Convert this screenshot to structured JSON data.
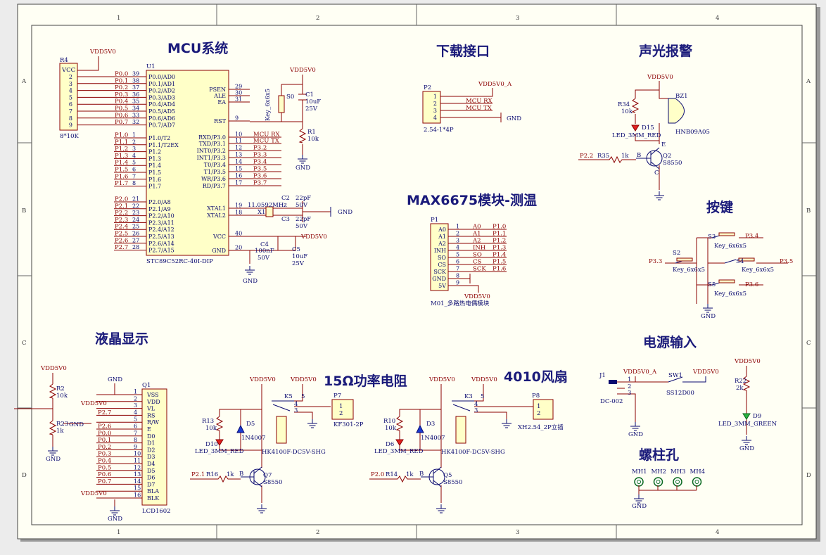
{
  "frame": {
    "columns": [
      "1",
      "2",
      "3",
      "4"
    ],
    "rows": [
      "A",
      "B",
      "C",
      "D"
    ]
  },
  "titles": {
    "mcu": "MCU系统",
    "download": "下载接口",
    "alarm": "声光报警",
    "max6675": "MAX6675模块-测温",
    "keys": "按键",
    "lcd": "液晶显示",
    "resistor": "15Ω功率电阻",
    "fan": "4010风扇",
    "power": "电源输入",
    "holes": "螺柱孔"
  },
  "power_labels": {
    "vdd": "VDD5V0",
    "vdd_a": "VDD5V0_A",
    "gnd": "GND"
  },
  "mcu": {
    "ref": "U1",
    "name": "STC89C52RC-40I-DIP",
    "left_pins": [
      {
        "num": "39",
        "name": "P0.0/AD0",
        "net": "P0.0"
      },
      {
        "num": "38",
        "name": "P0.1/AD1",
        "net": "P0.1"
      },
      {
        "num": "37",
        "name": "P0.2/AD2",
        "net": "P0.2"
      },
      {
        "num": "36",
        "name": "P0.3/AD3",
        "net": "P0.3"
      },
      {
        "num": "35",
        "name": "P0.4/AD4",
        "net": "P0.4"
      },
      {
        "num": "34",
        "name": "P0.5/AD5",
        "net": "P0.5"
      },
      {
        "num": "33",
        "name": "P0.6/AD6",
        "net": "P0.6"
      },
      {
        "num": "32",
        "name": "P0.7/AD7",
        "net": "P0.7"
      },
      {
        "num": "1",
        "name": "P1.0/T2",
        "net": "P1.0"
      },
      {
        "num": "2",
        "name": "P1.1/T2EX",
        "net": "P1.1"
      },
      {
        "num": "3",
        "name": "P1.2",
        "net": "P1.2"
      },
      {
        "num": "4",
        "name": "P1.3",
        "net": "P1.3"
      },
      {
        "num": "5",
        "name": "P1.4",
        "net": "P1.4"
      },
      {
        "num": "6",
        "name": "P1.5",
        "net": "P1.5"
      },
      {
        "num": "7",
        "name": "P1.6",
        "net": "P1.6"
      },
      {
        "num": "8",
        "name": "P1.7",
        "net": "P1.7"
      },
      {
        "num": "21",
        "name": "P2.0/A8",
        "net": "P2.0"
      },
      {
        "num": "22",
        "name": "P2.1/A9",
        "net": "P2.1"
      },
      {
        "num": "23",
        "name": "P2.2/A10",
        "net": "P2.2"
      },
      {
        "num": "24",
        "name": "P2.3/A11",
        "net": "P2.3"
      },
      {
        "num": "25",
        "name": "P2.4/A12",
        "net": "P2.4"
      },
      {
        "num": "26",
        "name": "P2.5/A13",
        "net": "P2.5"
      },
      {
        "num": "27",
        "name": "P2.6/A14",
        "net": "P2.6"
      },
      {
        "num": "28",
        "name": "P2.7/A15",
        "net": "P2.7"
      }
    ],
    "right_pins": [
      {
        "num": "29",
        "name": "PSEN",
        "net": ""
      },
      {
        "num": "30",
        "name": "ALE",
        "net": ""
      },
      {
        "num": "31",
        "name": "EA",
        "net": ""
      },
      {
        "num": "9",
        "name": "RST",
        "net": ""
      },
      {
        "num": "10",
        "name": "RXD/P3.0",
        "net": "MCU RX"
      },
      {
        "num": "11",
        "name": "TXD/P3.1",
        "net": "MCU TX"
      },
      {
        "num": "12",
        "name": "INT0/P3.2",
        "net": "P3.2"
      },
      {
        "num": "13",
        "name": "INT1/P3.3",
        "net": "P3.3"
      },
      {
        "num": "14",
        "name": "T0/P3.4",
        "net": "P3.4"
      },
      {
        "num": "15",
        "name": "T1/P3.5",
        "net": "P3.5"
      },
      {
        "num": "16",
        "name": "WR/P3.6",
        "net": "P3.6"
      },
      {
        "num": "17",
        "name": "RD/P3.7",
        "net": "P3.7"
      },
      {
        "num": "19",
        "name": "XTAL1",
        "net": ""
      },
      {
        "num": "18",
        "name": "XTAL2",
        "net": ""
      },
      {
        "num": "40",
        "name": "VCC",
        "net": ""
      },
      {
        "num": "20",
        "name": "GND",
        "net": ""
      }
    ],
    "r4": {
      "ref": "R4",
      "value": "8*10K",
      "vcc": "VCC",
      "pins": [
        "2",
        "3",
        "4",
        "5",
        "6",
        "7",
        "8",
        "9"
      ]
    },
    "s0": {
      "ref": "S0",
      "value": "Key_6x6x5"
    },
    "c1": {
      "ref": "C1",
      "value": "10uF",
      "volt": "25V"
    },
    "r1": {
      "ref": "R1",
      "value": "10k"
    },
    "c2": {
      "ref": "C2",
      "value": "22pF",
      "volt": "50V"
    },
    "c3": {
      "ref": "C3",
      "value": "22pF",
      "volt": "50V"
    },
    "x1": {
      "ref": "X1",
      "value": "11.0592MHz"
    },
    "c4": {
      "ref": "C4",
      "value": "100nF",
      "volt": "50V"
    },
    "c5": {
      "ref": "C5",
      "value": "10uF",
      "volt": "25V"
    }
  },
  "download": {
    "ref": "P2",
    "name": "2.54-1*4P",
    "pins": [
      "1",
      "2",
      "3",
      "4"
    ],
    "nets": [
      "VDD5V0_A",
      "MCU RX",
      "MCU TX",
      "GND"
    ]
  },
  "alarm": {
    "r34": {
      "ref": "R34",
      "value": "10k"
    },
    "d15": {
      "ref": "D15",
      "value": "LED_3MM_RED"
    },
    "bz1": {
      "ref": "BZ1",
      "value": "HNB09A05"
    },
    "q2": {
      "ref": "Q2",
      "value": "S8550"
    },
    "r35": {
      "ref": "R35",
      "value": "1k",
      "net": "P2.2"
    }
  },
  "max6675": {
    "ref": "P1",
    "name": "M01_多路热电偶模块",
    "pins": [
      {
        "num": "1",
        "name": "A0",
        "net": "A0",
        "port": "P1.0"
      },
      {
        "num": "2",
        "name": "A1",
        "net": "A1",
        "port": "P1.1"
      },
      {
        "num": "3",
        "name": "A2",
        "net": "A2",
        "port": "P1.2"
      },
      {
        "num": "4",
        "name": "INH",
        "net": "INH",
        "port": "P1.3"
      },
      {
        "num": "5",
        "name": "SO",
        "net": "SO",
        "port": "P1.4"
      },
      {
        "num": "6",
        "name": "CS",
        "net": "CS",
        "port": "P1.5"
      },
      {
        "num": "7",
        "name": "SCK",
        "net": "SCK",
        "port": "P1.6"
      },
      {
        "num": "8",
        "name": "GND",
        "net": "",
        "port": ""
      },
      {
        "num": "9",
        "name": "5V",
        "net": "",
        "port": ""
      }
    ]
  },
  "keys": [
    {
      "ref": "S3",
      "value": "Key_6x6x5",
      "net": "P3.4"
    },
    {
      "ref": "S2",
      "value": "Key_6x6x5",
      "net": "P3.3"
    },
    {
      "ref": "S4",
      "value": "Key_6x6x5",
      "net": "P3.5"
    },
    {
      "ref": "S5",
      "value": "Key_6x6x5",
      "net": "P3.6"
    }
  ],
  "lcd": {
    "ref": "Q1",
    "name": "LCD1602",
    "r2": {
      "ref": "R2",
      "value": "10k"
    },
    "r23": {
      "ref": "R23",
      "value": "1k"
    },
    "pins": [
      {
        "num": "1",
        "name": "VSS",
        "net": ""
      },
      {
        "num": "2",
        "name": "VDD",
        "net": ""
      },
      {
        "num": "3",
        "name": "VL",
        "net": ""
      },
      {
        "num": "4",
        "name": "RS",
        "net": "P2.7"
      },
      {
        "num": "5",
        "name": "R/W",
        "net": ""
      },
      {
        "num": "6",
        "name": "E",
        "net": "P2.6"
      },
      {
        "num": "7",
        "name": "D0",
        "net": "P0.0"
      },
      {
        "num": "8",
        "name": "D1",
        "net": "P0.1"
      },
      {
        "num": "9",
        "name": "D2",
        "net": "P0.2"
      },
      {
        "num": "10",
        "name": "D3",
        "net": "P0.3"
      },
      {
        "num": "11",
        "name": "D4",
        "net": "P0.4"
      },
      {
        "num": "12",
        "name": "D5",
        "net": "P0.5"
      },
      {
        "num": "13",
        "name": "D6",
        "net": "P0.6"
      },
      {
        "num": "14",
        "name": "D7",
        "net": "P0.7"
      },
      {
        "num": "15",
        "name": "BLA",
        "net": ""
      },
      {
        "num": "16",
        "name": "BLK",
        "net": ""
      }
    ]
  },
  "heater": {
    "k": {
      "ref": "K5",
      "value": "HK4100F-DC5V-SHG"
    },
    "p": {
      "ref": "P7",
      "value": "KF301-2P"
    },
    "r13": {
      "ref": "R13",
      "value": "10k"
    },
    "d5": {
      "ref": "D5",
      "value": "1N4007"
    },
    "d10": {
      "ref": "D10",
      "value": "LED_3MM_RED"
    },
    "q7": {
      "ref": "Q7",
      "value": "S8550"
    },
    "r16": {
      "ref": "R16",
      "value": "1k",
      "net": "P2.1"
    }
  },
  "fan": {
    "k": {
      "ref": "K3",
      "value": "HK4100F-DC5V-SHG"
    },
    "p": {
      "ref": "P8",
      "value": "XH2.54_2P立插"
    },
    "r10": {
      "ref": "R10",
      "value": "10k"
    },
    "d3": {
      "ref": "D3",
      "value": "1N4007"
    },
    "d6": {
      "ref": "D6",
      "value": "LED_3MM_RED"
    },
    "q5": {
      "ref": "Q5",
      "value": "S8550"
    },
    "r14": {
      "ref": "R14",
      "value": "1k",
      "net": "P2.0"
    }
  },
  "power": {
    "j1": {
      "ref": "J1",
      "value": "DC-002"
    },
    "sw1": {
      "ref": "SW1",
      "value": "SS12D00"
    },
    "r22": {
      "ref": "R22",
      "value": "2k"
    },
    "d9": {
      "ref": "D9",
      "value": "LED_3MM_GREEN"
    }
  },
  "holes": [
    "MH1",
    "MH2",
    "MH3",
    "MH4"
  ],
  "pin_labels": {
    "b": "B",
    "c": "C",
    "e": "E",
    "one": "1",
    "two": "2",
    "three": "3",
    "four": "4",
    "five": "5"
  }
}
